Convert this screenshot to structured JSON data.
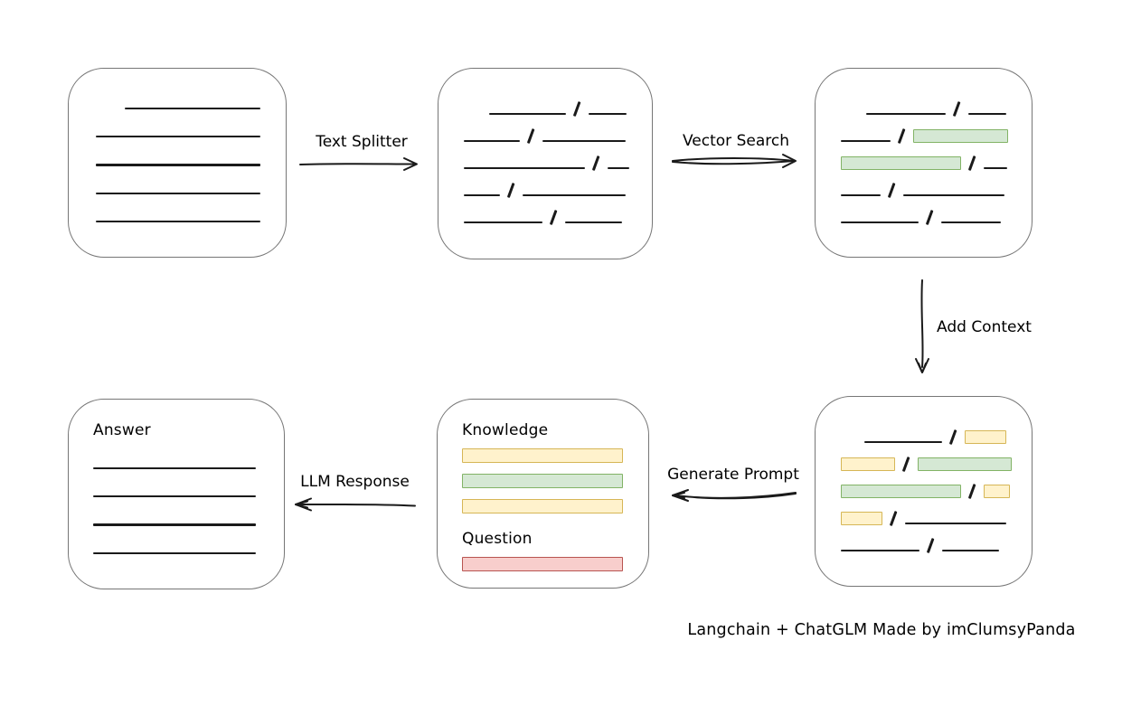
{
  "diagram": {
    "caption": "Langchain + ChatGLM Made by imClumsyPanda",
    "colors": {
      "green_fill": "#d5e8d4",
      "green_stroke": "#82b366",
      "yellow_fill": "#fff2cc",
      "yellow_stroke": "#d6b656",
      "red_fill": "#f8cecc",
      "red_stroke": "#b85450",
      "ink": "#1a1a1a",
      "box_border": "#767676"
    },
    "arrows": {
      "text_splitter": {
        "label": "Text Splitter",
        "direction": "right"
      },
      "vector_search": {
        "label": "Vector Search",
        "direction": "right"
      },
      "add_context": {
        "label": "Add Context",
        "direction": "down"
      },
      "generate_prompt": {
        "label": "Generate Prompt",
        "direction": "left"
      },
      "llm_response": {
        "label": "LLM Response",
        "direction": "left"
      }
    },
    "boxes": {
      "document": {
        "rows": [
          [
            {
              "t": "space",
              "w": 32
            },
            {
              "t": "line",
              "w": 150
            }
          ],
          [
            {
              "t": "line",
              "w": 182
            }
          ],
          [
            {
              "t": "line",
              "w": 182
            }
          ],
          [
            {
              "t": "line",
              "w": 182
            }
          ],
          [
            {
              "t": "line",
              "w": 182
            }
          ]
        ]
      },
      "chunks": {
        "rows": [
          [
            {
              "t": "space",
              "w": 28
            },
            {
              "t": "line",
              "w": 85
            },
            {
              "t": "slash"
            },
            {
              "t": "line",
              "w": 42
            }
          ],
          [
            {
              "t": "line",
              "w": 62
            },
            {
              "t": "slash"
            },
            {
              "t": "line",
              "w": 92
            }
          ],
          [
            {
              "t": "line",
              "w": 134
            },
            {
              "t": "slash"
            },
            {
              "t": "line",
              "w": 24
            }
          ],
          [
            {
              "t": "line",
              "w": 40
            },
            {
              "t": "slash"
            },
            {
              "t": "line",
              "w": 114
            }
          ],
          [
            {
              "t": "line",
              "w": 87
            },
            {
              "t": "slash"
            },
            {
              "t": "line",
              "w": 63
            }
          ]
        ]
      },
      "matched_chunks": {
        "rows": [
          [
            {
              "t": "space",
              "w": 28
            },
            {
              "t": "line",
              "w": 88
            },
            {
              "t": "slash"
            },
            {
              "t": "line",
              "w": 42
            }
          ],
          [
            {
              "t": "line",
              "w": 55
            },
            {
              "t": "slash"
            },
            {
              "t": "bar",
              "c": "green",
              "w": 105
            }
          ],
          [
            {
              "t": "bar",
              "c": "green",
              "w": 133
            },
            {
              "t": "slash"
            },
            {
              "t": "line",
              "w": 26
            }
          ],
          [
            {
              "t": "line",
              "w": 44
            },
            {
              "t": "slash"
            },
            {
              "t": "line",
              "w": 112
            }
          ],
          [
            {
              "t": "line",
              "w": 86
            },
            {
              "t": "slash"
            },
            {
              "t": "line",
              "w": 66
            }
          ]
        ]
      },
      "context_chunks": {
        "rows": [
          [
            {
              "t": "space",
              "w": 26
            },
            {
              "t": "line",
              "w": 86
            },
            {
              "t": "slash"
            },
            {
              "t": "bar",
              "c": "yellow",
              "w": 46
            }
          ],
          [
            {
              "t": "bar",
              "c": "yellow",
              "w": 60
            },
            {
              "t": "slash"
            },
            {
              "t": "bar",
              "c": "green",
              "w": 104
            }
          ],
          [
            {
              "t": "bar",
              "c": "green",
              "w": 133
            },
            {
              "t": "slash"
            },
            {
              "t": "bar",
              "c": "yellow",
              "w": 29
            }
          ],
          [
            {
              "t": "bar",
              "c": "yellow",
              "w": 46
            },
            {
              "t": "slash"
            },
            {
              "t": "line",
              "w": 112
            }
          ],
          [
            {
              "t": "line",
              "w": 87
            },
            {
              "t": "slash"
            },
            {
              "t": "line",
              "w": 63
            }
          ]
        ]
      },
      "prompt": {
        "knowledge_label": "Knowledge",
        "question_label": "Question",
        "knowledge_rows": [
          [
            {
              "t": "bar",
              "c": "yellow",
              "w": 178
            }
          ],
          [
            {
              "t": "bar",
              "c": "green",
              "w": 178
            }
          ],
          [
            {
              "t": "bar",
              "c": "yellow",
              "w": 178
            }
          ]
        ],
        "question_rows": [
          [
            {
              "t": "bar",
              "c": "red",
              "w": 178
            }
          ]
        ]
      },
      "answer": {
        "title": "Answer",
        "rows": [
          [
            {
              "t": "line",
              "w": 180
            }
          ],
          [
            {
              "t": "line",
              "w": 180
            }
          ],
          [
            {
              "t": "line",
              "w": 180
            }
          ],
          [
            {
              "t": "line",
              "w": 180
            }
          ]
        ]
      }
    }
  }
}
